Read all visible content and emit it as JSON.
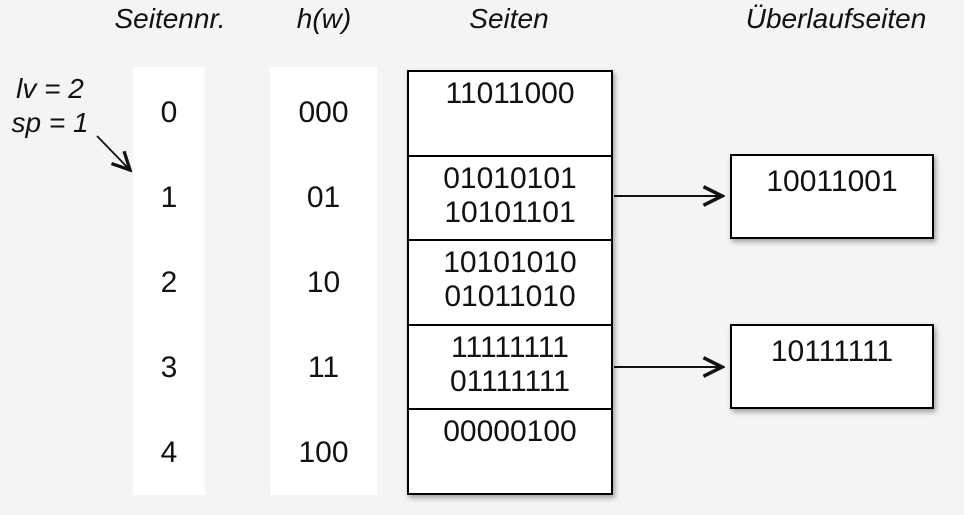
{
  "colors": {
    "background": "#f4f4f4",
    "box_background": "#ffffff",
    "border": "#000000",
    "text": "#111111"
  },
  "headers": {
    "seitennr": "Seitennr.",
    "hw": "h(w)",
    "seiten": "Seiten",
    "ueberlaufseiten": "Überlaufseiten"
  },
  "annotation": {
    "lv": "lv = 2",
    "sp": "sp = 1"
  },
  "table": {
    "rows": [
      {
        "nr": "0",
        "h": "000",
        "entries": [
          "11011000"
        ]
      },
      {
        "nr": "1",
        "h": "01",
        "entries": [
          "01010101",
          "10101101"
        ]
      },
      {
        "nr": "2",
        "h": "10",
        "entries": [
          "10101010",
          "01011010"
        ]
      },
      {
        "nr": "3",
        "h": "11",
        "entries": [
          "11111111",
          "01111111"
        ]
      },
      {
        "nr": "4",
        "h": "100",
        "entries": [
          "00000100"
        ]
      }
    ]
  },
  "overflow": [
    {
      "for_row": "1",
      "entries": [
        "10011001"
      ]
    },
    {
      "for_row": "3",
      "entries": [
        "10111111"
      ]
    }
  ]
}
